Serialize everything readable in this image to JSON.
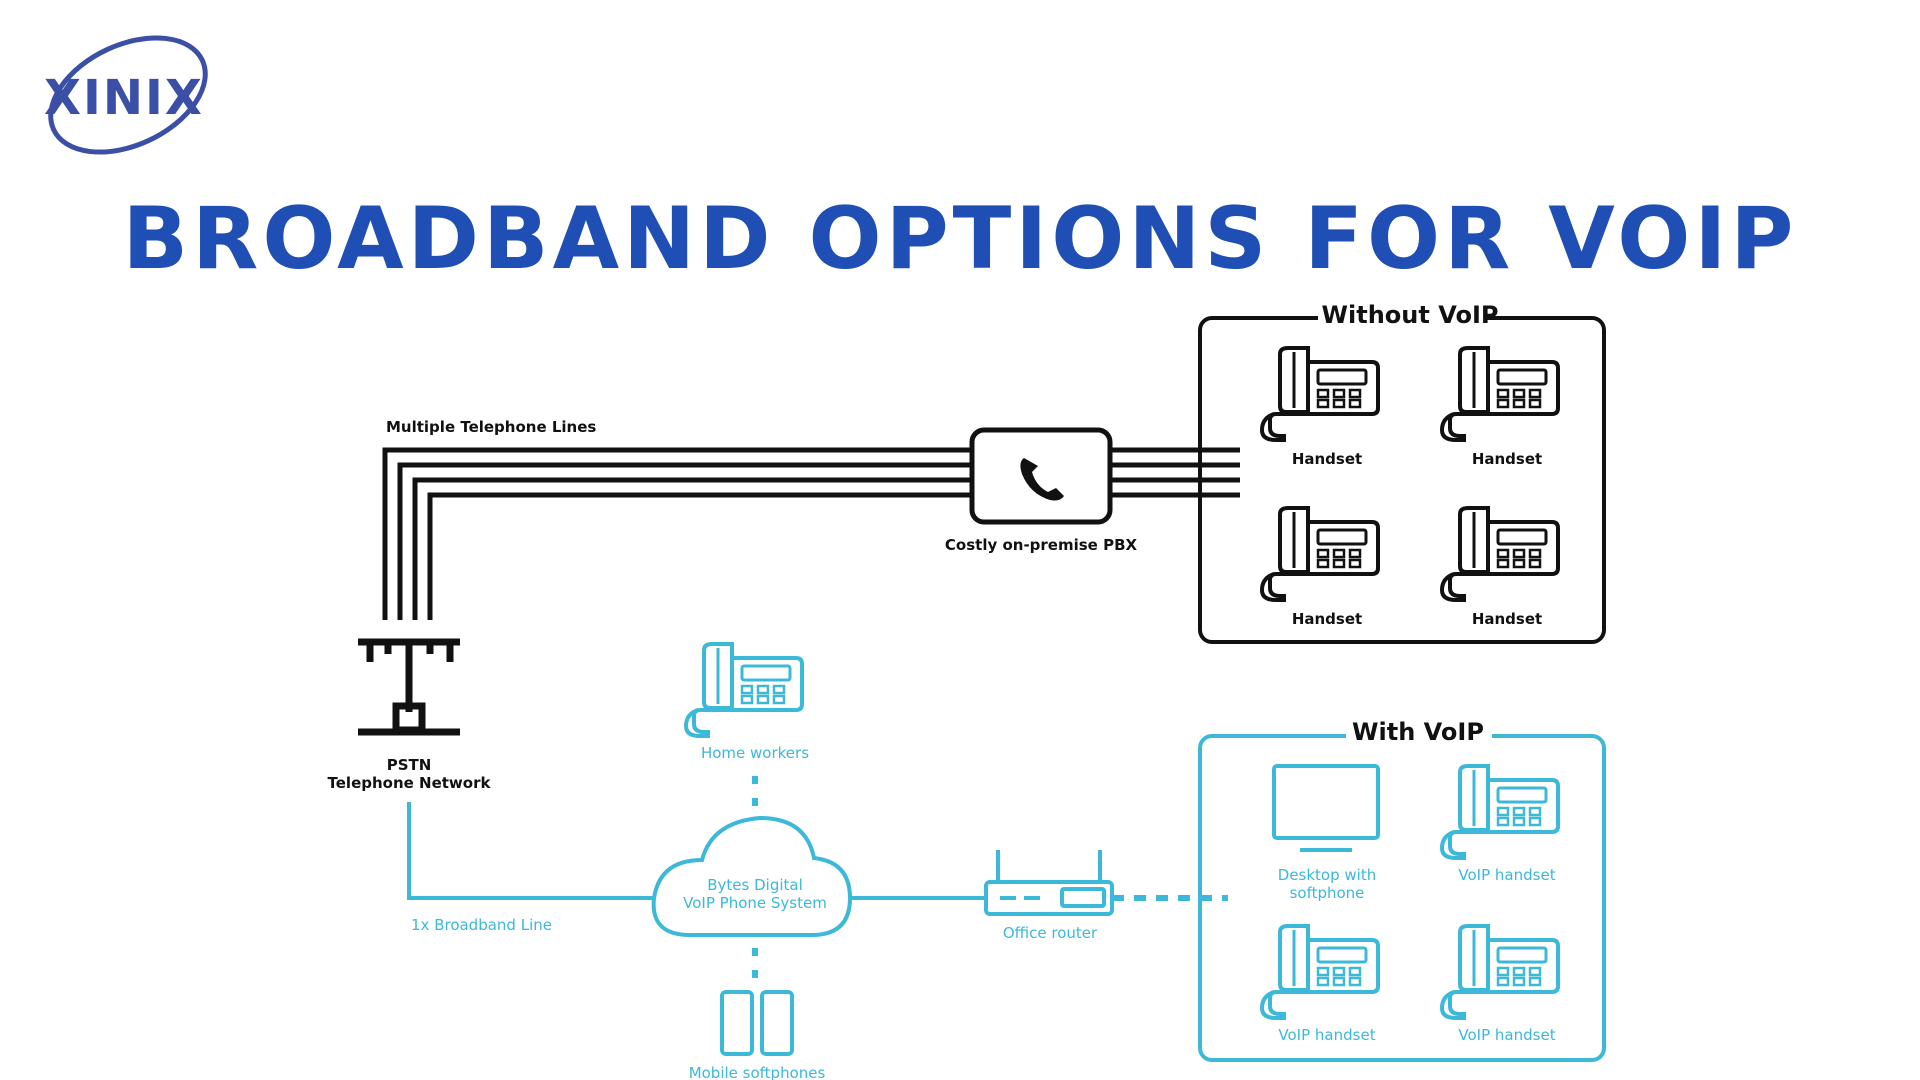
{
  "logo": {
    "text": "XINIX"
  },
  "title": "BROADBAND OPTIONS FOR VOIP",
  "colors": {
    "title": "#1f4fb4",
    "logo": "#3b4fa6",
    "voip": "#3cb8d8",
    "legacy": "#111111"
  },
  "without_voip": {
    "title": "Without VoIP",
    "lines_label": "Multiple Telephone Lines",
    "pbx_label": "Costly on-premise PBX",
    "pstn_label_1": "PSTN",
    "pstn_label_2": "Telephone Network",
    "handsets": [
      "Handset",
      "Handset",
      "Handset",
      "Handset"
    ]
  },
  "with_voip": {
    "title": "With VoIP",
    "broadband_label": "1x Broadband Line",
    "cloud_label_1": "Bytes Digital",
    "cloud_label_2": "VoIP Phone System",
    "home_workers": "Home workers",
    "mobile": "Mobile softphones",
    "router": "Office router",
    "desktop_1": "Desktop with",
    "desktop_2": "softphone",
    "handsets": [
      "VoIP handset",
      "VoIP handset",
      "VoIP handset"
    ]
  }
}
